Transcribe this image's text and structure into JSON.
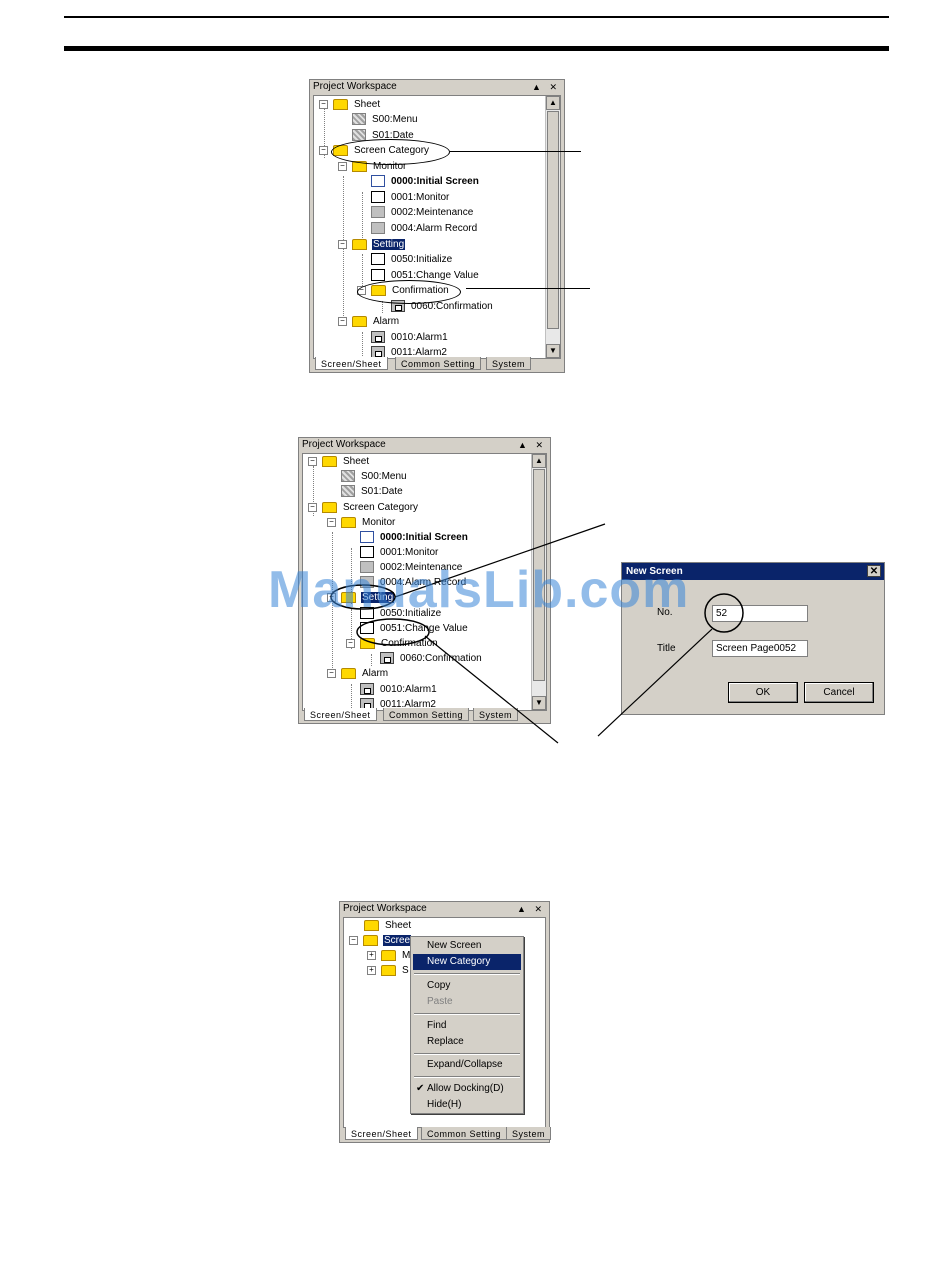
{
  "panel_title": "Project Workspace",
  "panel_controls": "▲ ✕",
  "tabs": [
    "Screen/Sheet",
    "Common Setting",
    "System"
  ],
  "tree1": {
    "sheet": "Sheet",
    "s00": "S00:Menu",
    "s01": "S01:Date",
    "screen_category": "Screen Category",
    "monitor": "Monitor",
    "s0000": "0000:Initial Screen",
    "s0001": "0001:Monitor",
    "s0002": "0002:Meintenance",
    "s0004": "0004:Alarm Record",
    "setting": "Setting",
    "s0050": "0050:Initialize",
    "s0051": "0051:Change Value",
    "confirmation": "Confirmation",
    "s0060": "0060:Confirmation",
    "alarm": "Alarm",
    "s0010": "0010:Alarm1",
    "s0011": "0011:Alarm2"
  },
  "tree2": {
    "sheet": "Sheet",
    "s00": "S00:Menu",
    "s01": "S01:Date",
    "screen_category": "Screen Category",
    "monitor": "Monitor",
    "s0000": "0000:Initial Screen",
    "s0001": "0001:Monitor",
    "s0002": "0002:Meintenance",
    "s0004": "0004:Alarm Record",
    "setting": "Setting",
    "s0050": "0050:Initialize",
    "s0051": "0051:Change Value",
    "confirmation": "Confirmation",
    "s0060": "0060:Confirmation",
    "alarm": "Alarm",
    "s0010": "0010:Alarm1",
    "s0011": "0011:Alarm2"
  },
  "dialog": {
    "title": "New Screen",
    "close": "✕",
    "no_label": "No.",
    "no_value": "52",
    "title_label": "Title",
    "title_value": "Screen Page0052",
    "ok": "OK",
    "cancel": "Cancel"
  },
  "tree3": {
    "sheet": "Sheet",
    "screen_category_partial": "Scree",
    "monitor_partial": "M",
    "setting_partial": "S"
  },
  "context_menu": {
    "new_screen": "New Screen",
    "new_category": "New Category",
    "copy": "Copy",
    "paste": "Paste",
    "find": "Find",
    "replace": "Replace",
    "expand_collapse": "Expand/Collapse",
    "allow_docking": "Allow Docking(D)",
    "allow_docking_check": "✔",
    "hide": "Hide(H)"
  },
  "watermark": "ManualsLib.com",
  "colors": {
    "selection": "#0a246a",
    "folder": "#ffd800",
    "panel": "#d4d0c8",
    "watermark": "#3a86d8"
  }
}
